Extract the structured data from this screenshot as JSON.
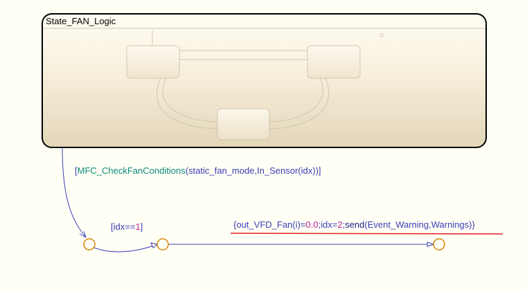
{
  "chart": {
    "state_title": "State_FAN_Logic",
    "transition_condition": {
      "open": "[",
      "func": "MFC_CheckFanConditions",
      "args": "(static_fan_mode,In_Sensor(idx))",
      "close": "]"
    },
    "junction_condition": {
      "open": "[",
      "expr": "idx==",
      "value": "1",
      "close": "]"
    },
    "action": {
      "p1": "{out_VFD_Fan(i)=",
      "n1": "0.0",
      "p2": ";idx=",
      "n2": "2",
      "p3": ";",
      "kw": "send",
      "p4": "(Event_Warning,Warnings)}"
    }
  },
  "colors": {
    "background": "#fffff5",
    "state_gradient_top": "#fffdf3",
    "state_gradient_bottom": "#e3d6b8",
    "transition_line": "#3b3db8",
    "junction": "#d4870a",
    "highlight_underline": "#e02020"
  }
}
